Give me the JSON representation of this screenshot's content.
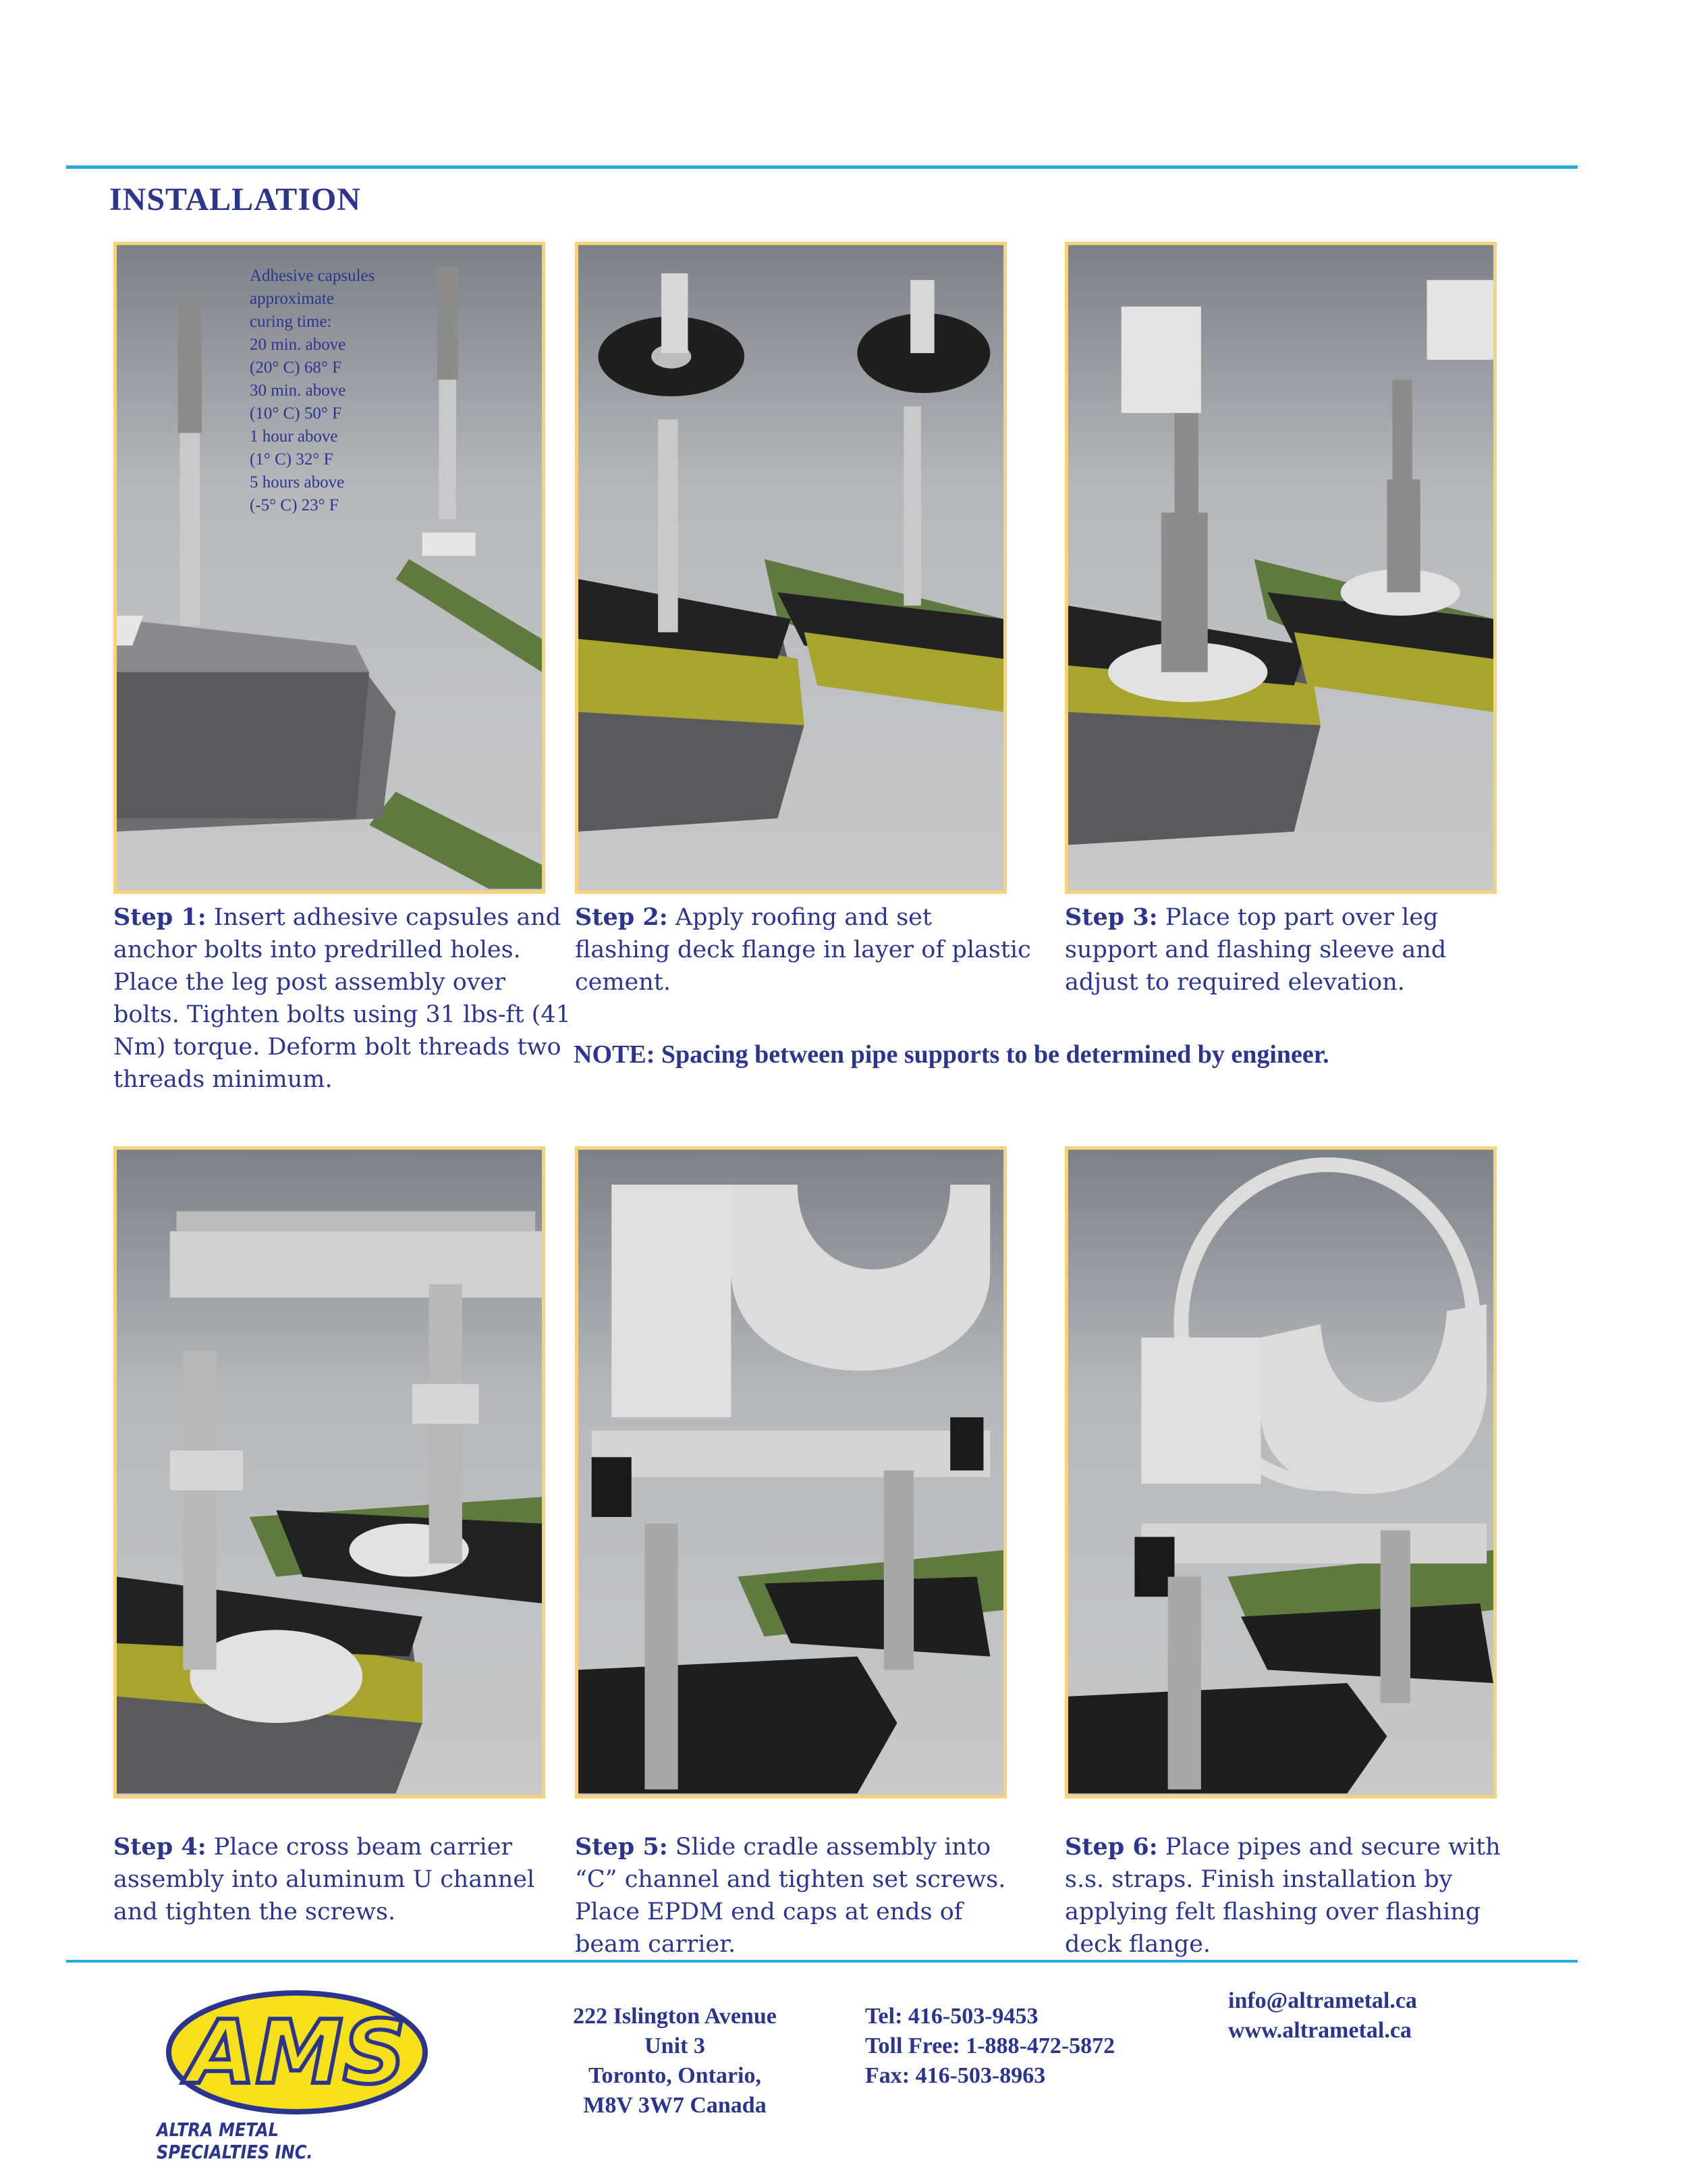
{
  "header": {
    "title": "INSTALLATION"
  },
  "curing": {
    "lines": [
      "Adhesive capsules",
      "approximate",
      "curing time:",
      "20 min. above",
      "(20° C) 68° F",
      "30 min. above",
      "(10° C) 50° F",
      "1 hour  above",
      "(1° C) 32° F",
      "5 hours above",
      "(-5° C) 23° F"
    ]
  },
  "steps": [
    {
      "label": "Step 1:",
      "text": "Insert adhesive capsules and anchor bolts into predrilled holes. Place the leg post assembly over bolts. Tighten bolts using 31 lbs-ft (41 Nm) torque. Deform bolt threads two threads minimum."
    },
    {
      "label": "Step 2:",
      "text": "Apply roofing and set flashing deck flange in layer of plastic cement."
    },
    {
      "label": "Step 3:",
      "text": "Place top part over leg support and flashing sleeve and adjust to required elevation."
    },
    {
      "label": "Step 4:",
      "text": "Place cross beam carrier assembly into aluminum U channel and tighten the screws."
    },
    {
      "label": "Step 5:",
      "text": " Slide cradle assembly into “C” channel and tighten set screws. Place EPDM end caps at ends of beam carrier."
    },
    {
      "label": "Step 6:",
      "text": " Place pipes and secure with s.s. straps. Finish installation by applying felt flashing over flashing deck flange."
    }
  ],
  "note": "NOTE: Spacing between pipe supports to be determined by engineer.",
  "footer": {
    "address": [
      "222 Islington Avenue",
      "Unit 3",
      "Toronto, Ontario,",
      "M8V 3W7 Canada"
    ],
    "tel": "Tel:  416-503-9453",
    "tollfree": "Toll Free:  1-888-472-5872",
    "fax": "Fax:  416-503-8963",
    "email": "info@altrametal.ca",
    "website": "www.altrametal.ca",
    "company": "ALTRA METAL SPECIALTIES INC.",
    "logo_text": "AMS"
  },
  "colors": {
    "brand_blue": "#2b3590",
    "rule_blue": "#29a8e0",
    "panel_border": "#f7d27a",
    "logo_yellow": "#f5e01a"
  }
}
